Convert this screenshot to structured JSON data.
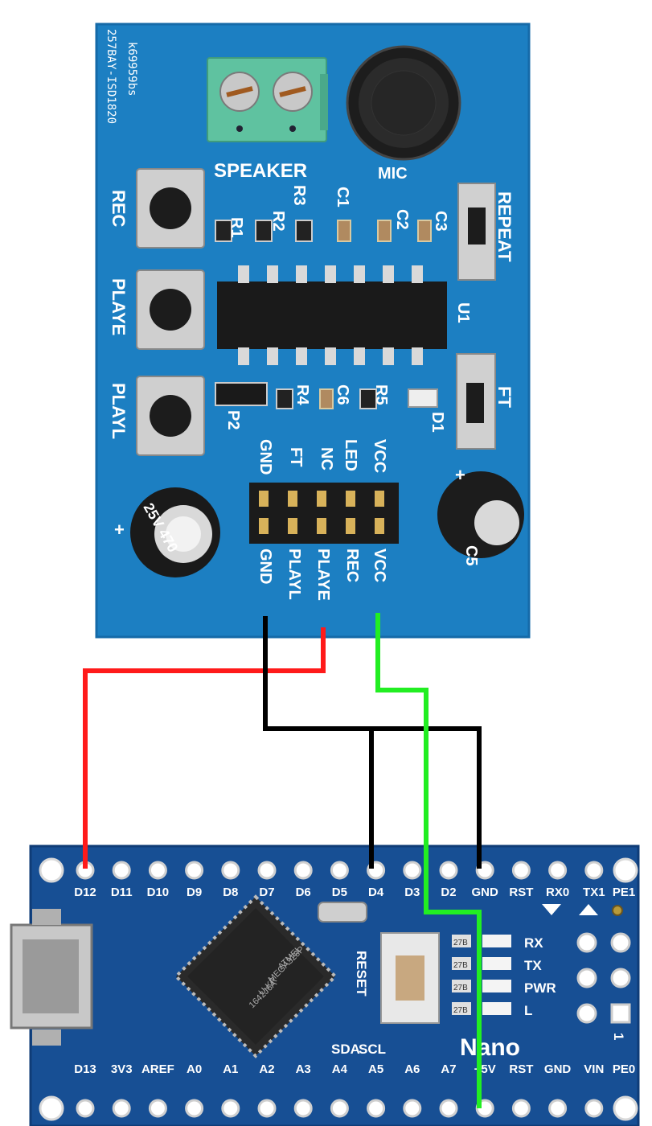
{
  "module": {
    "id_text": "k69959bs",
    "part_text": "257BAY-ISD1820",
    "speaker_label": "SPEAKER",
    "mic_label": "MIC",
    "buttons": [
      "REC",
      "PLAYE",
      "PLAYL"
    ],
    "resistors": [
      "R1",
      "R2",
      "R3",
      "R4",
      "R5"
    ],
    "capacitors": [
      "C1",
      "C2",
      "C3",
      "C6",
      "C5"
    ],
    "ic_label": "U1",
    "repeat_label": "REPEAT",
    "ft_label": "FT",
    "led_label": "D1",
    "jumper_label": "P2",
    "header_top": [
      "GND",
      "FT",
      "NC",
      "LED",
      "VCC"
    ],
    "header_bottom": [
      "GND",
      "PLAYL",
      "PLAYE",
      "REC",
      "VCC"
    ],
    "cap_text": "25V 470"
  },
  "nano": {
    "top_pins": [
      "D12",
      "D11",
      "D10",
      "D9",
      "D8",
      "D7",
      "D6",
      "D5",
      "D4",
      "D3",
      "D2",
      "GND",
      "RST",
      "RX0",
      "TX1",
      "PE1"
    ],
    "bottom_pins": [
      "D13",
      "3V3",
      "AREF",
      "A0",
      "A1",
      "A2",
      "A3",
      "A4",
      "A5",
      "A6",
      "A7",
      "+5V",
      "RST",
      "GND",
      "VIN",
      "PE0"
    ],
    "i2c": [
      "SDA",
      "SCL"
    ],
    "reset_label": "RESET",
    "leds": [
      "RX",
      "TX",
      "PWR",
      "L"
    ],
    "smd_code": "27B",
    "title": "Nano",
    "chip_lines": [
      "ATMEL",
      "MEGA328P",
      "U-KR",
      "1642J6A",
      "8-ANO"
    ],
    "pin_number": "1"
  },
  "wires": {
    "red": "#ff1a1a",
    "black": "#000000",
    "green": "#22ee22"
  },
  "colors": {
    "pcb": "#1c7fc2",
    "pcb_dark": "#0f4f93",
    "silkscreen": "#ffffff",
    "terminal": "#5fc2a0"
  }
}
